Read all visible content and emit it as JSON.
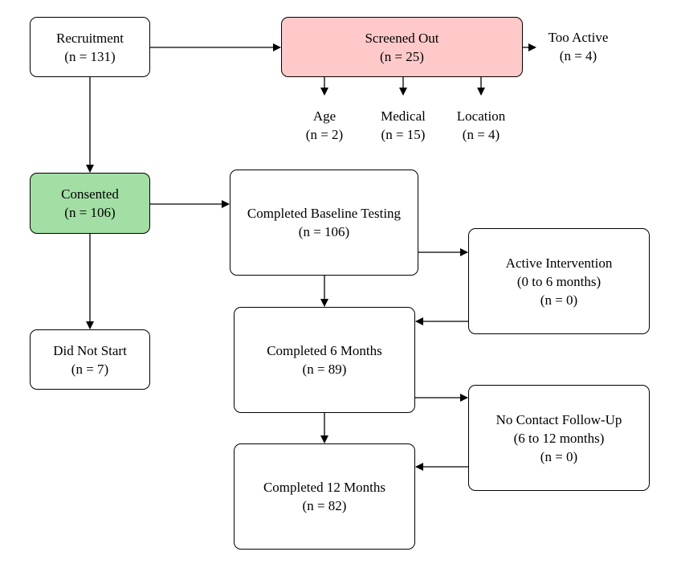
{
  "colors": {
    "screened": "#ffc9c9",
    "consented": "#a3dea5",
    "border": "#000000"
  },
  "nodes": {
    "recruitment": {
      "title": "Recruitment",
      "count": "(n = 131)"
    },
    "screened_out": {
      "title": "Screened Out",
      "count": "(n = 25)"
    },
    "too_active": {
      "title": "Too Active",
      "count": "(n = 4)"
    },
    "age": {
      "title": "Age",
      "count": "(n = 2)"
    },
    "medical": {
      "title": "Medical",
      "count": "(n = 15)"
    },
    "location": {
      "title": "Location",
      "count": "(n = 4)"
    },
    "consented": {
      "title": "Consented",
      "count": "(n = 106)"
    },
    "baseline": {
      "title": "Completed Baseline Testing",
      "count": "(n = 106)"
    },
    "active": {
      "title": "Active Intervention",
      "period": "(0 to 6 months)",
      "count": "(n = 0)"
    },
    "did_not_start": {
      "title": "Did Not Start",
      "count": "(n = 7)"
    },
    "six_months": {
      "title": "Completed 6 Months",
      "count": "(n = 89)"
    },
    "no_contact": {
      "title": "No Contact Follow-Up",
      "period": "(6 to 12 months)",
      "count": "(n = 0)"
    },
    "twelve_months": {
      "title": "Completed 12 Months",
      "count": "(n = 82)"
    }
  }
}
